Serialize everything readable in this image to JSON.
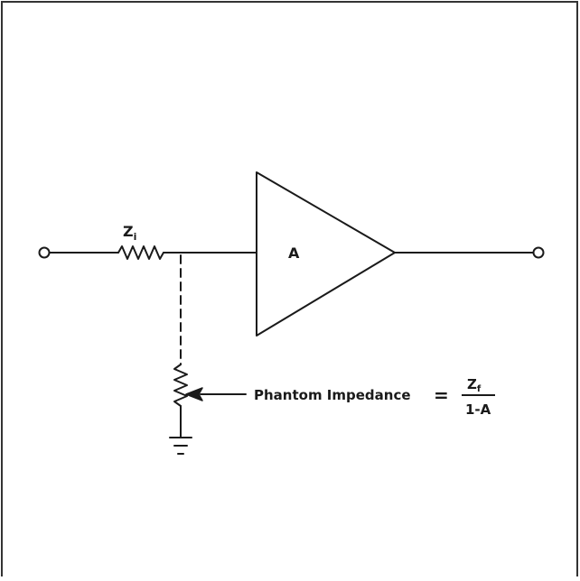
{
  "diagram": {
    "labels": {
      "input_impedance_symbol": "Z",
      "input_impedance_subscript": "i",
      "amplifier_gain": "A",
      "phantom_label": "Phantom Impedance",
      "equals_sign": "=",
      "fraction_numerator_symbol": "Z",
      "fraction_numerator_subscript": "f",
      "fraction_denominator": "1-A"
    }
  }
}
